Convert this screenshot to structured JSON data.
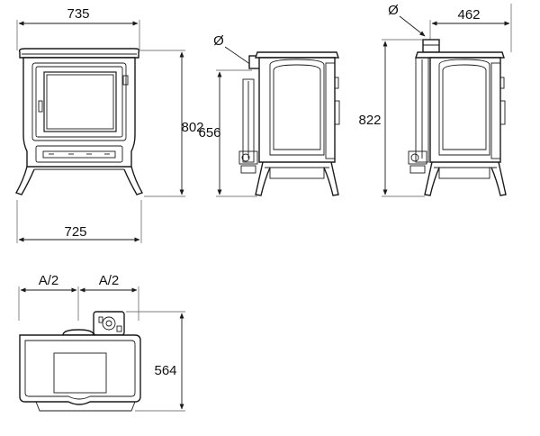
{
  "front_view": {
    "width_top": "735",
    "width_bottom": "725",
    "height": "802"
  },
  "side_view": {
    "flue_symbol": "Ø",
    "flue_height": "656"
  },
  "rear_view": {
    "flue_symbol": "Ø",
    "flue_offset": "462",
    "height": "822"
  },
  "top_view": {
    "half_left": "A/2",
    "half_right": "A/2",
    "depth": "564"
  }
}
